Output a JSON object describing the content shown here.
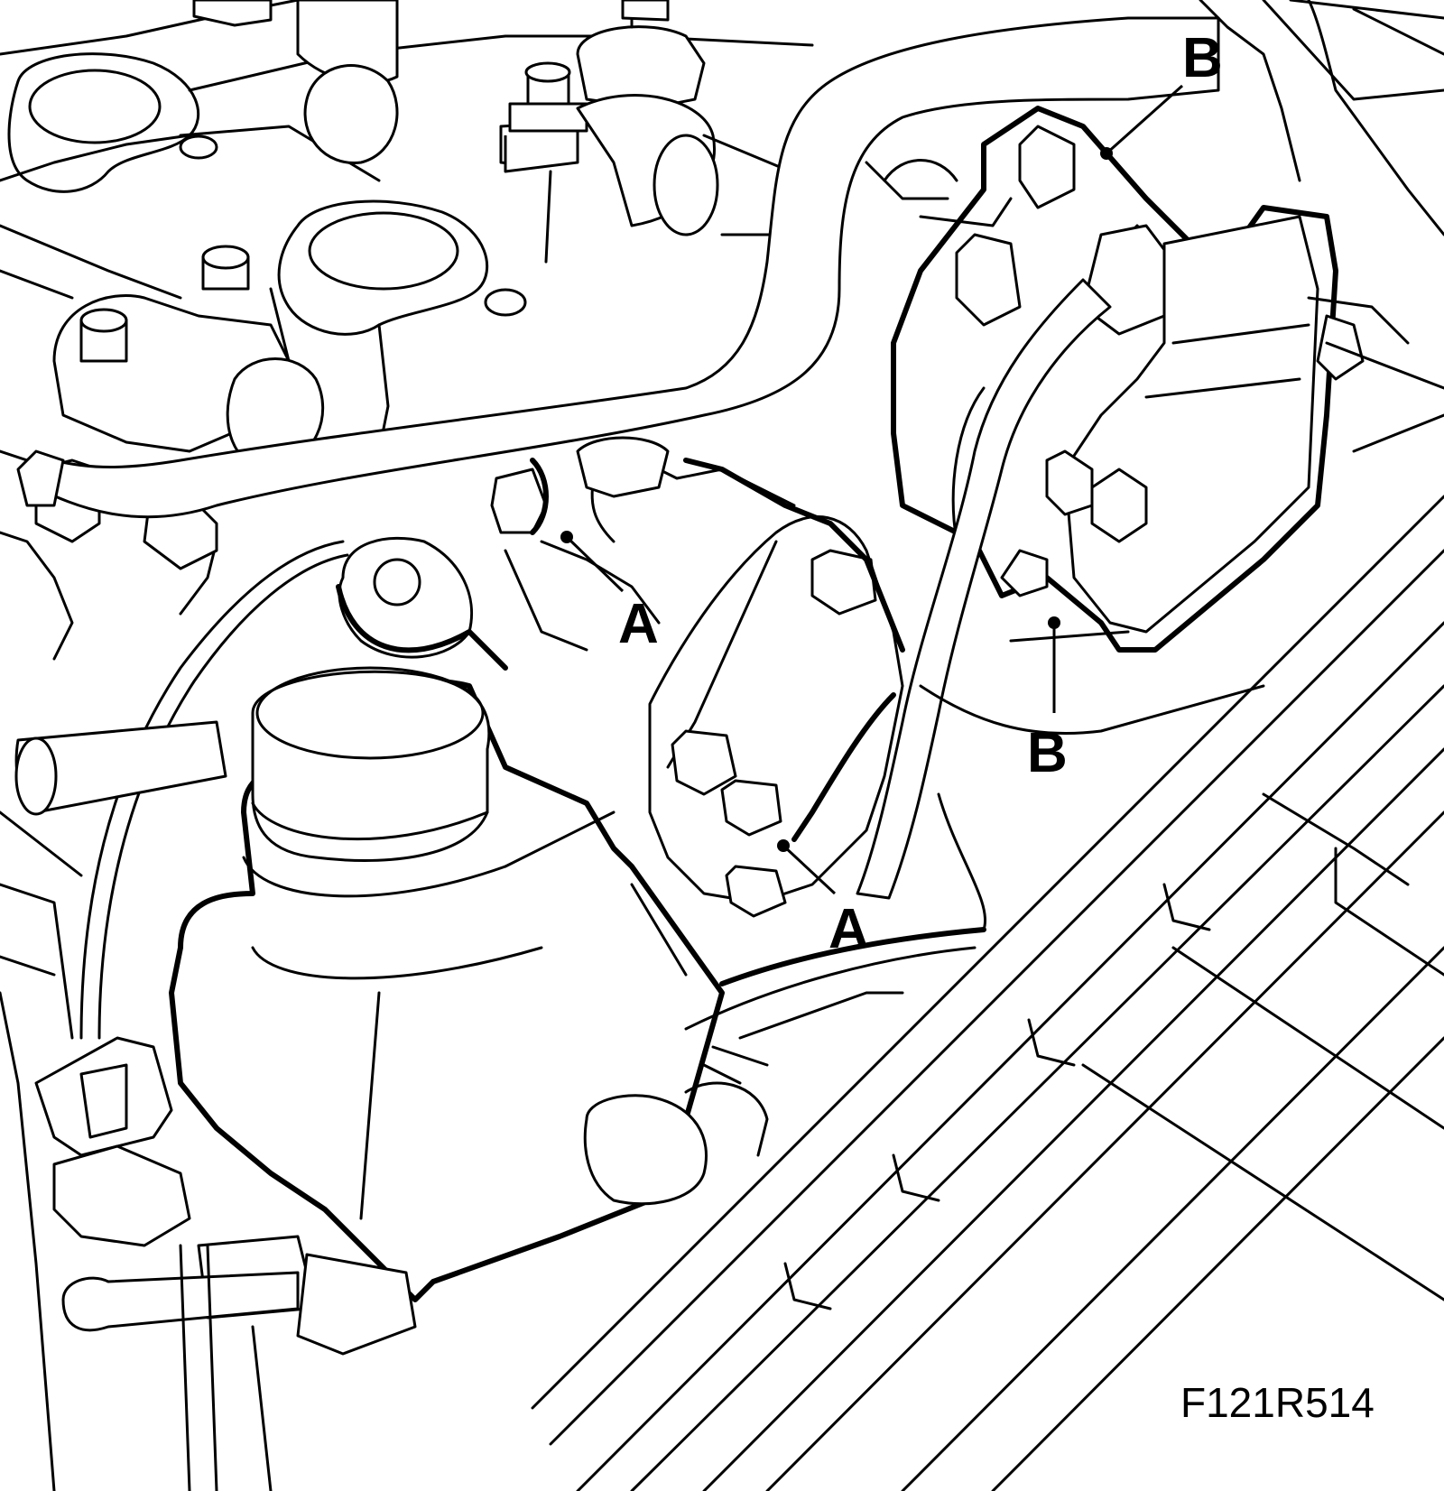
{
  "callouts": {
    "a_upper": "A",
    "a_lower": "A",
    "b_upper": "B",
    "b_lower": "B"
  },
  "figure_ref": "F121R514",
  "colors": {
    "line": "#000000",
    "background": "#ffffff"
  }
}
